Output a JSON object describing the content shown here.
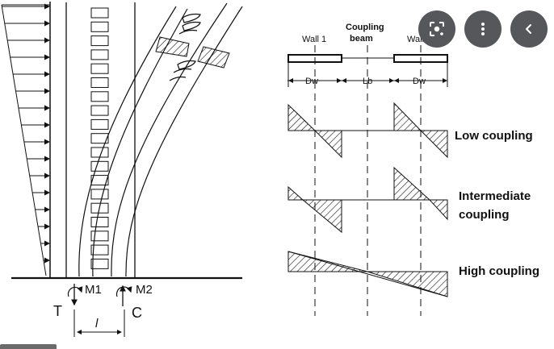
{
  "diagram": {
    "labels": {
      "wall1": "Wall 1",
      "coupling_beam_line1": "Coupling",
      "coupling_beam_line2": "beam",
      "wall2": "Wall 2",
      "dw_left": "Dw",
      "lb": "Lb",
      "dw_right": "Dw",
      "low": "Low coupling",
      "intermediate_line1": "Intermediate",
      "intermediate_line2": "coupling",
      "high": "High coupling",
      "m1": "M1",
      "m2": "M2",
      "t": "T",
      "c": "C",
      "l": "l"
    }
  },
  "toolbar": {
    "lens_icon": "lens-icon",
    "more_icon": "more-vertical-icon",
    "back_icon": "chevron-left-icon"
  },
  "colors": {
    "ink": "#111111",
    "button_bg": "#55575a",
    "button_fg": "#ffffff"
  }
}
